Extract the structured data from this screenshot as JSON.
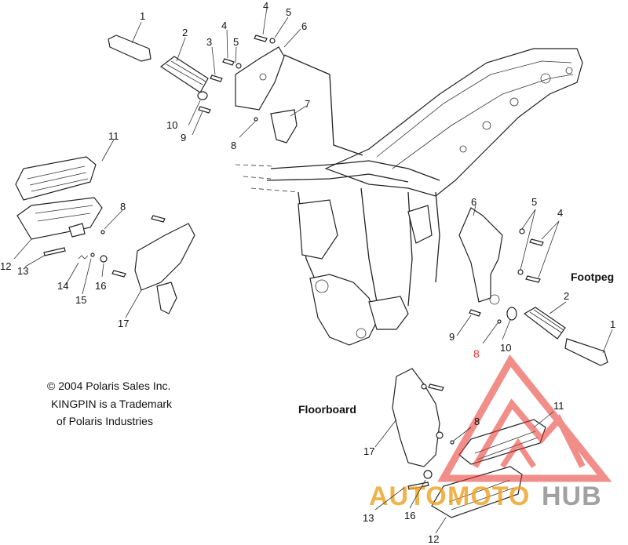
{
  "callouts": {
    "c1a": "1",
    "c2a": "2",
    "c3": "3",
    "c4a": "4",
    "c5a": "5",
    "c5b": "5",
    "c6a": "6",
    "c7": "7",
    "c8a": "8",
    "c9a": "9",
    "c10a": "10",
    "c11a": "11",
    "c8b": "8",
    "c12a": "12",
    "c13a": "13",
    "c14": "14",
    "c15": "15",
    "c16a": "16",
    "c17a": "17",
    "c6b": "6",
    "c5c": "5",
    "c4b": "4",
    "c2b": "2",
    "c1b": "1",
    "c9b": "9",
    "c8c": "8",
    "c10b": "10",
    "c11b": "11",
    "c8d": "8",
    "c17b": "17",
    "c13b": "13",
    "c16b": "16",
    "c12b": "12"
  },
  "section_labels": {
    "footpeg": "Footpeg",
    "floorboard": "Floorboard"
  },
  "copyright": {
    "line1": "© 2004 Polaris Sales Inc.",
    "line2": "KINGPIN is a Trademark",
    "line3": "of Polaris Industries"
  },
  "watermark": {
    "text_auto": "AUTO",
    "text_moto": "MOTO",
    "text_hub": "HUB",
    "color_red": "#e8332a",
    "color_orange": "#f0a01e",
    "color_gray": "#8a8a8a"
  }
}
